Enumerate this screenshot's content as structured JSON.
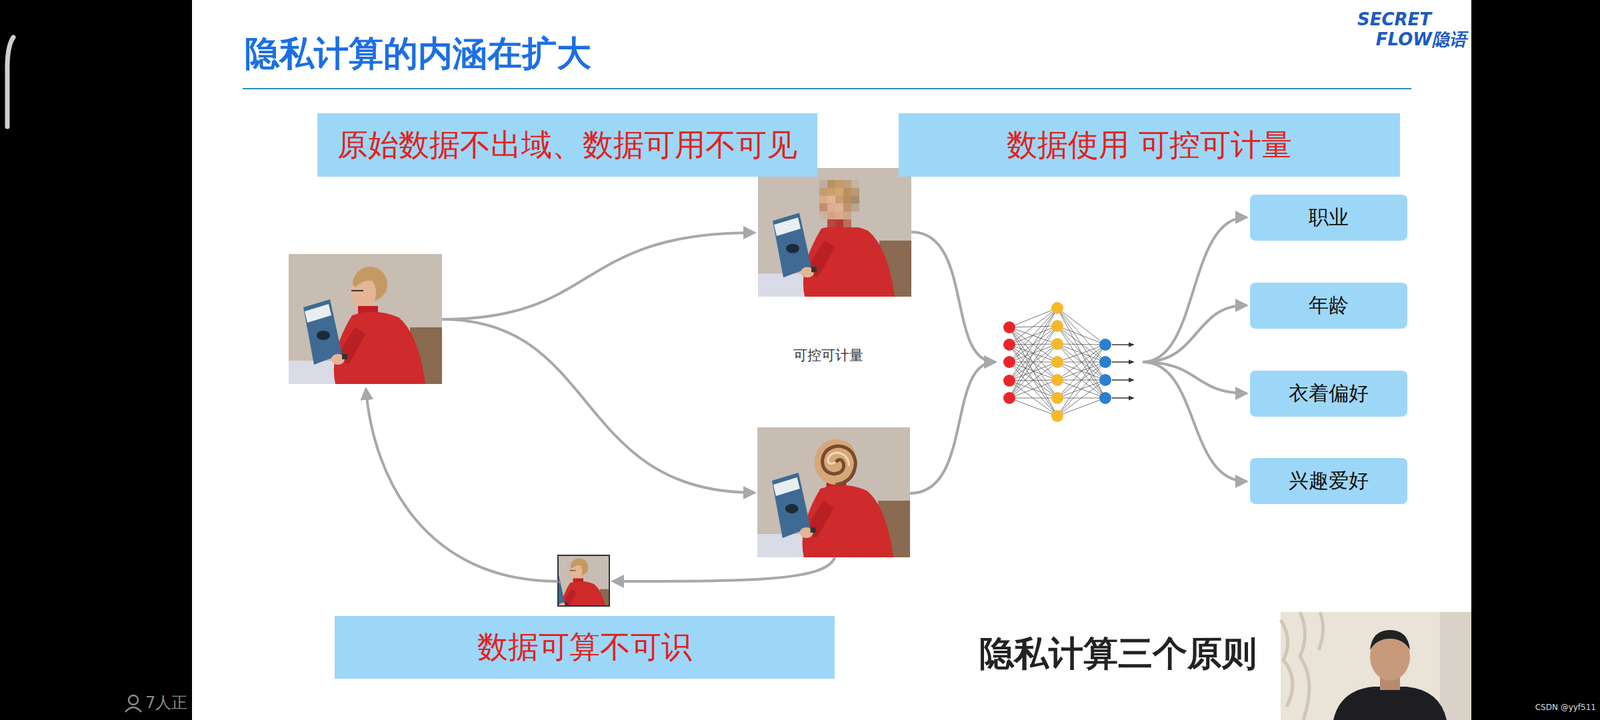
{
  "diagram": {
    "title": "隐私计算的内涵在扩大",
    "nodes": [
      {
        "text": [
          "原始数据不出域、数据可用不可见"
        ]
      },
      {
        "text": [
          "数据使用 可控可计量"
        ]
      },
      {
        "text": [
          "职业"
        ]
      },
      {
        "text": [
          "年龄"
        ]
      },
      {
        "text": [
          "衣着偏好"
        ]
      },
      {
        "text": [
          "兴趣爱好"
        ]
      },
      {
        "text": [
          "数据可算不可识"
        ]
      }
    ],
    "labels": [
      "可控可计量",
      "隐私计算三个原则",
      "SECRET",
      "FLOW隐语",
      "CSDN @yyf511",
      "7人正"
    ]
  }
}
